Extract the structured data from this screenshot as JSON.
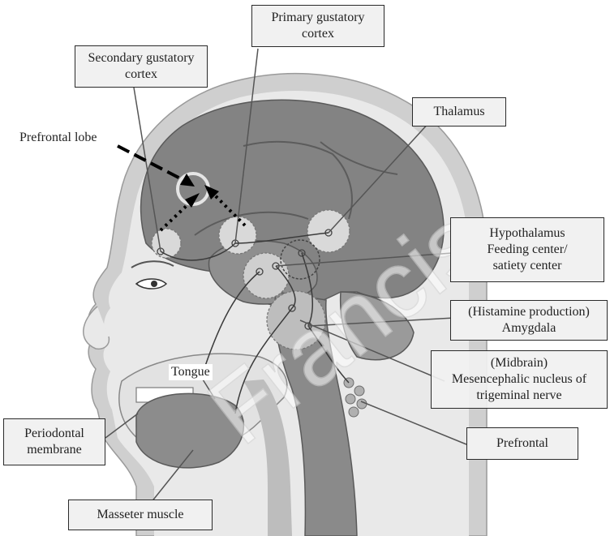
{
  "labels": {
    "primary_gustatory_cortex": "Primary gustatory\ncortex",
    "secondary_gustatory_cortex": "Secondary gustatory\ncortex",
    "thalamus": "Thalamus",
    "prefrontal_lobe": "Prefrontal lobe",
    "hypothalamus": "Hypothalamus\nFeeding center/\nsatiety center",
    "amygdala": "(Histamine production)\nAmygdala",
    "midbrain": "(Midbrain)\nMesencephalic nucleus of\ntrigeminal nerve",
    "tongue": "Tongue",
    "prefrontal": "Prefrontal",
    "periodontal_membrane": "Periodontal\nmembrane",
    "masseter_muscle": "Masseter muscle"
  },
  "watermark": "Francis",
  "colors": {
    "brain": "#7e7e7e",
    "brain_mid": "#9a9a9a",
    "head_outline": "#c8c8c8",
    "face": "#e8e8e8",
    "label_box": "#f1f1f1",
    "leader_line": "#555555",
    "arrow": "#000000"
  }
}
